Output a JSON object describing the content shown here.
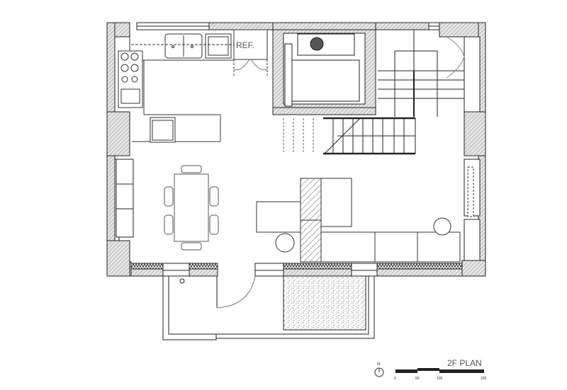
{
  "drawing": {
    "title": "2F  PLAN",
    "labels": {
      "refrigerator": "REF."
    },
    "north_arrow": {
      "label": "N"
    },
    "scale_bar": {
      "ticks": [
        "0",
        "50",
        "100",
        "200"
      ]
    },
    "colors": {
      "line": "#222222",
      "wall_fill": "#d8d8d8",
      "hatch": "#888888",
      "background": "#ffffff"
    },
    "rooms": [
      "kitchen",
      "dining",
      "living",
      "elevator",
      "stair",
      "balcony",
      "planter"
    ]
  }
}
